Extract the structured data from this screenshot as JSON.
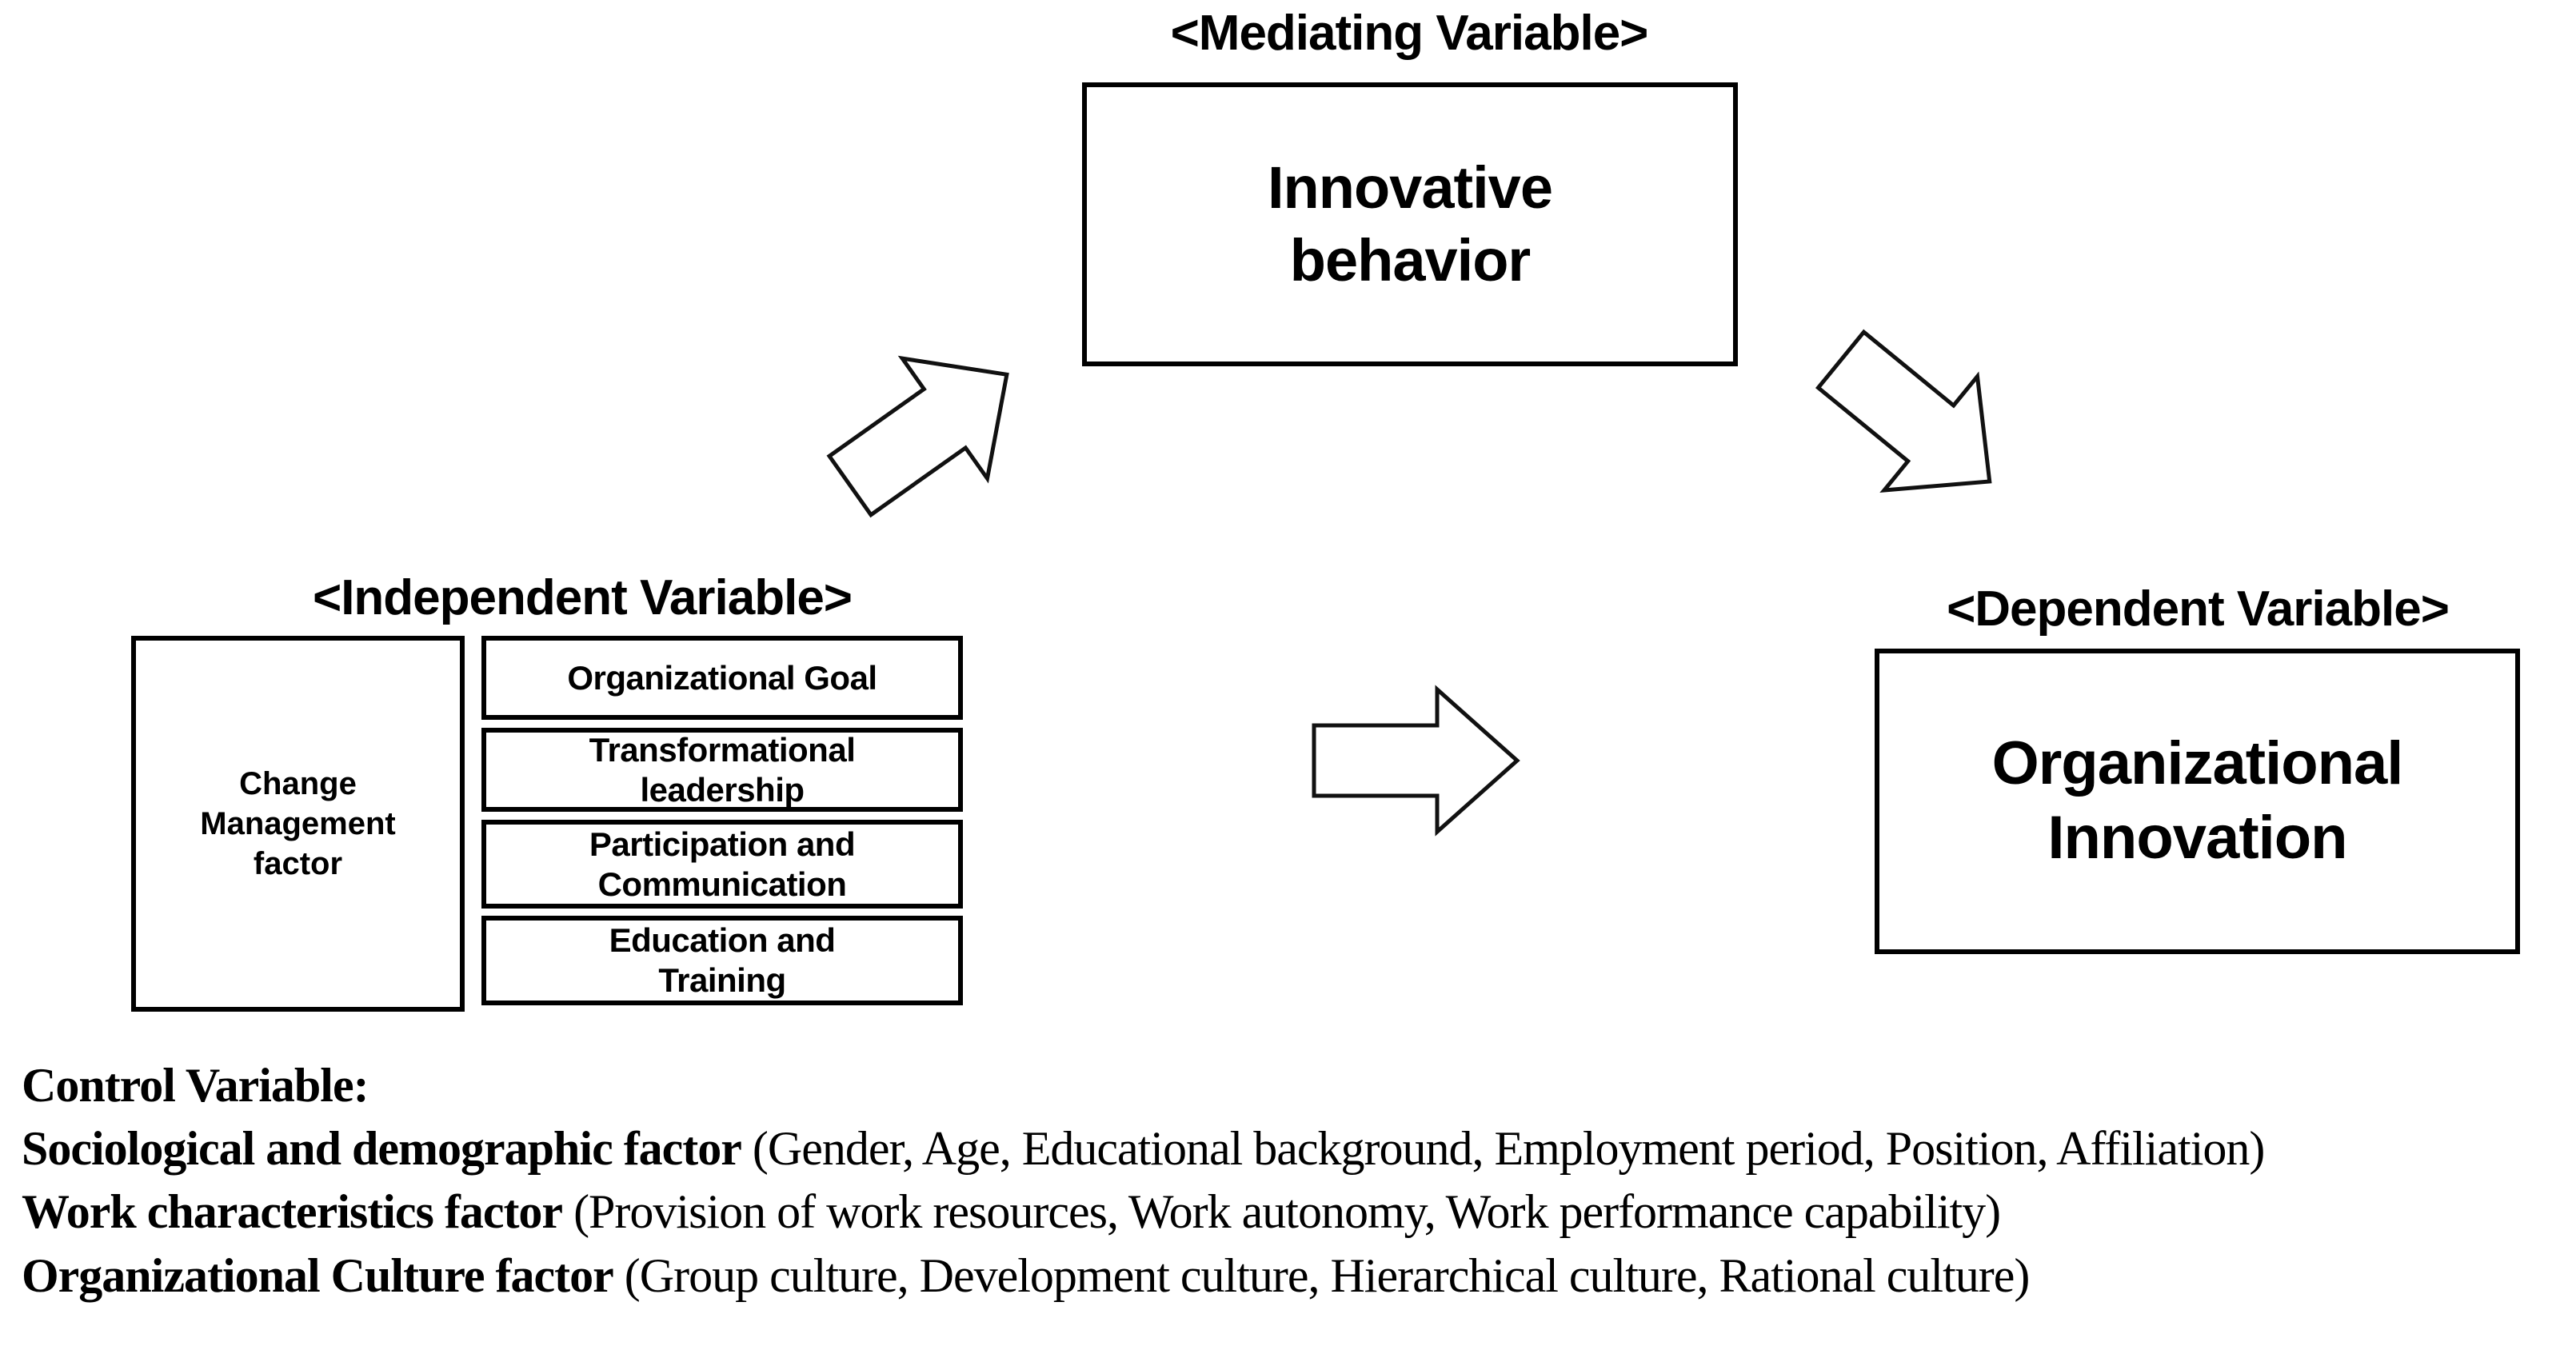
{
  "diagram": {
    "mediating": {
      "label": "<Mediating Variable>",
      "box_text": "Innovative behavior"
    },
    "independent": {
      "label": "<Independent Variable>",
      "main_box_text": "Change Management factor",
      "sub_boxes": [
        "Organizational Goal",
        "Transformational leadership",
        "Participation and Communication",
        "Education and Training"
      ]
    },
    "dependent": {
      "label": "<Dependent Variable>",
      "box_text": "Organizational Innovation"
    },
    "arrows": [
      "independent-to-mediating-up-right",
      "mediating-to-dependent-down-right",
      "independent-to-dependent-right"
    ]
  },
  "control_variables": {
    "heading": "Control Variable:",
    "items": [
      {
        "factor": "Sociological and demographic factor",
        "detail": "(Gender, Age, Educational background, Employment period, Position, Affiliation)"
      },
      {
        "factor": "Work characteristics factor",
        "detail": "(Provision of work resources, Work autonomy, Work performance capability)"
      },
      {
        "factor": "Organizational Culture factor",
        "detail": "(Group culture, Development culture, Hierarchical culture, Rational culture)"
      }
    ]
  },
  "colors": {
    "background": "#ffffff",
    "ink": "#000000"
  }
}
